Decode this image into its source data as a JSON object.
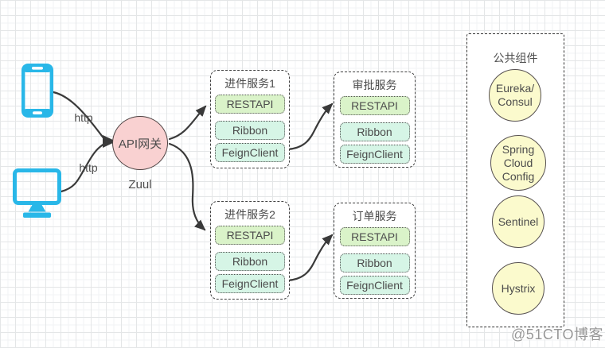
{
  "diagram": {
    "clients": {
      "phone_icon": "smartphone-icon",
      "desktop_icon": "desktop-monitor-icon",
      "http_top": "http",
      "http_bottom": "http"
    },
    "gateway": {
      "label": "API网关",
      "sublabel": "Zuul"
    },
    "services": [
      {
        "title": "进件服务1",
        "components": [
          "RESTAPI",
          "Ribbon",
          "FeignClient"
        ]
      },
      {
        "title": "审批服务",
        "components": [
          "RESTAPI",
          "Ribbon",
          "FeignClient"
        ]
      },
      {
        "title": "进件服务2",
        "components": [
          "RESTAPI",
          "Ribbon",
          "FeignClient"
        ]
      },
      {
        "title": "订单服务",
        "components": [
          "RESTAPI",
          "Ribbon",
          "FeignClient"
        ]
      }
    ],
    "common_panel": {
      "title": "公共组件",
      "items": [
        "Eureka/\nConsul",
        "Spring\nCloud\nConfig",
        "Sentinel",
        "Hystrix"
      ]
    },
    "watermark": "@51CTO博客",
    "colors": {
      "client_icon": "#29b7e8",
      "gateway_fill": "#f9d1d1",
      "restapi_fill": "#daf3c9",
      "mint_fill": "#d6f5e6",
      "common_circle_fill": "#fbfacd",
      "connector_stroke": "#3a3a3a"
    }
  }
}
